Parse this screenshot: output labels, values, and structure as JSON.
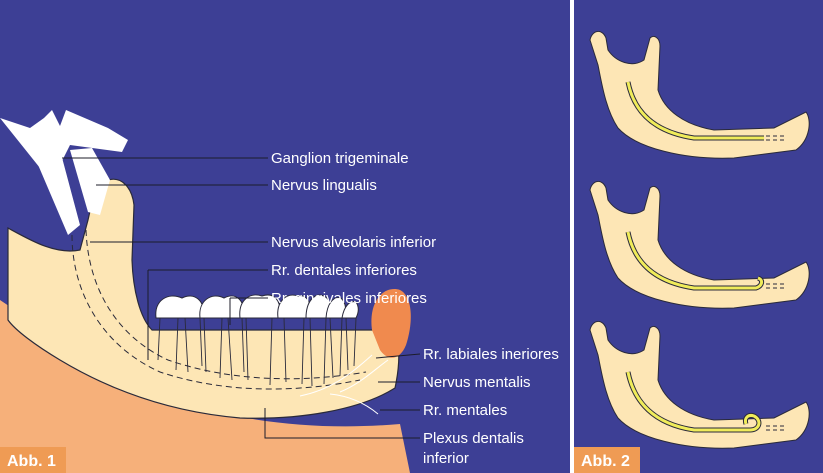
{
  "figure1": {
    "tag": "Abb. 1",
    "labels": [
      {
        "id": "ganglion",
        "text": "Ganglion trigeminale"
      },
      {
        "id": "lingualis",
        "text": "Nervus lingualis"
      },
      {
        "id": "alveolaris",
        "text": "Nervus alveolaris inferior"
      },
      {
        "id": "dentales",
        "text": "Rr. dentales inferiores"
      },
      {
        "id": "gingivales",
        "text": "Rr. gingivales inferiores"
      },
      {
        "id": "labiales",
        "text": "Rr. labiales ineriores"
      },
      {
        "id": "mentalis",
        "text": "Nervus mentalis"
      },
      {
        "id": "mentales",
        "text": "Rr. mentales"
      },
      {
        "id": "plexus1",
        "text": "Plexus dentalis"
      },
      {
        "id": "plexus2",
        "text": "inferior"
      }
    ]
  },
  "figure2": {
    "tag": "Abb. 2"
  },
  "colors": {
    "background": "#3d3f95",
    "bone": "#fde6b5",
    "bone_outline": "#2a2a3a",
    "gum": "#f6b07a",
    "lip": "#f08a4e",
    "nerve_white": "#ffffff",
    "nerve_yellow": "#f0ec5a",
    "tag_bg": "#ef9b54"
  }
}
